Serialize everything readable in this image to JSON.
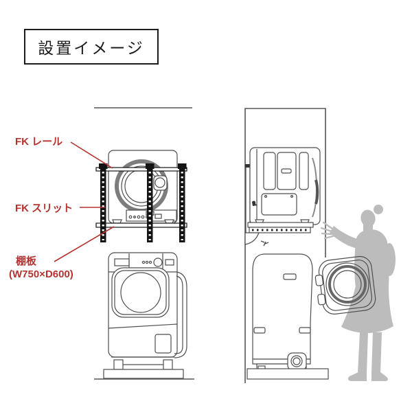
{
  "title": "設置イメージ",
  "labels": {
    "fk_rail": "FK レール",
    "fk_slit": "FK スリット",
    "shelf": "棚板",
    "shelf_size": "(W750×D600)"
  },
  "colors": {
    "accent_red": "#b5322f",
    "line_art": "#4d4d4d",
    "rack_black": "#141414",
    "silhouette_gray": "#bcbcbc"
  },
  "figures": [
    "front-view-dryer-on-rack",
    "front-view-drum-washer",
    "side-view-dryer-on-wall-shelf",
    "side-view-washer-with-open-door",
    "person-silhouette"
  ]
}
